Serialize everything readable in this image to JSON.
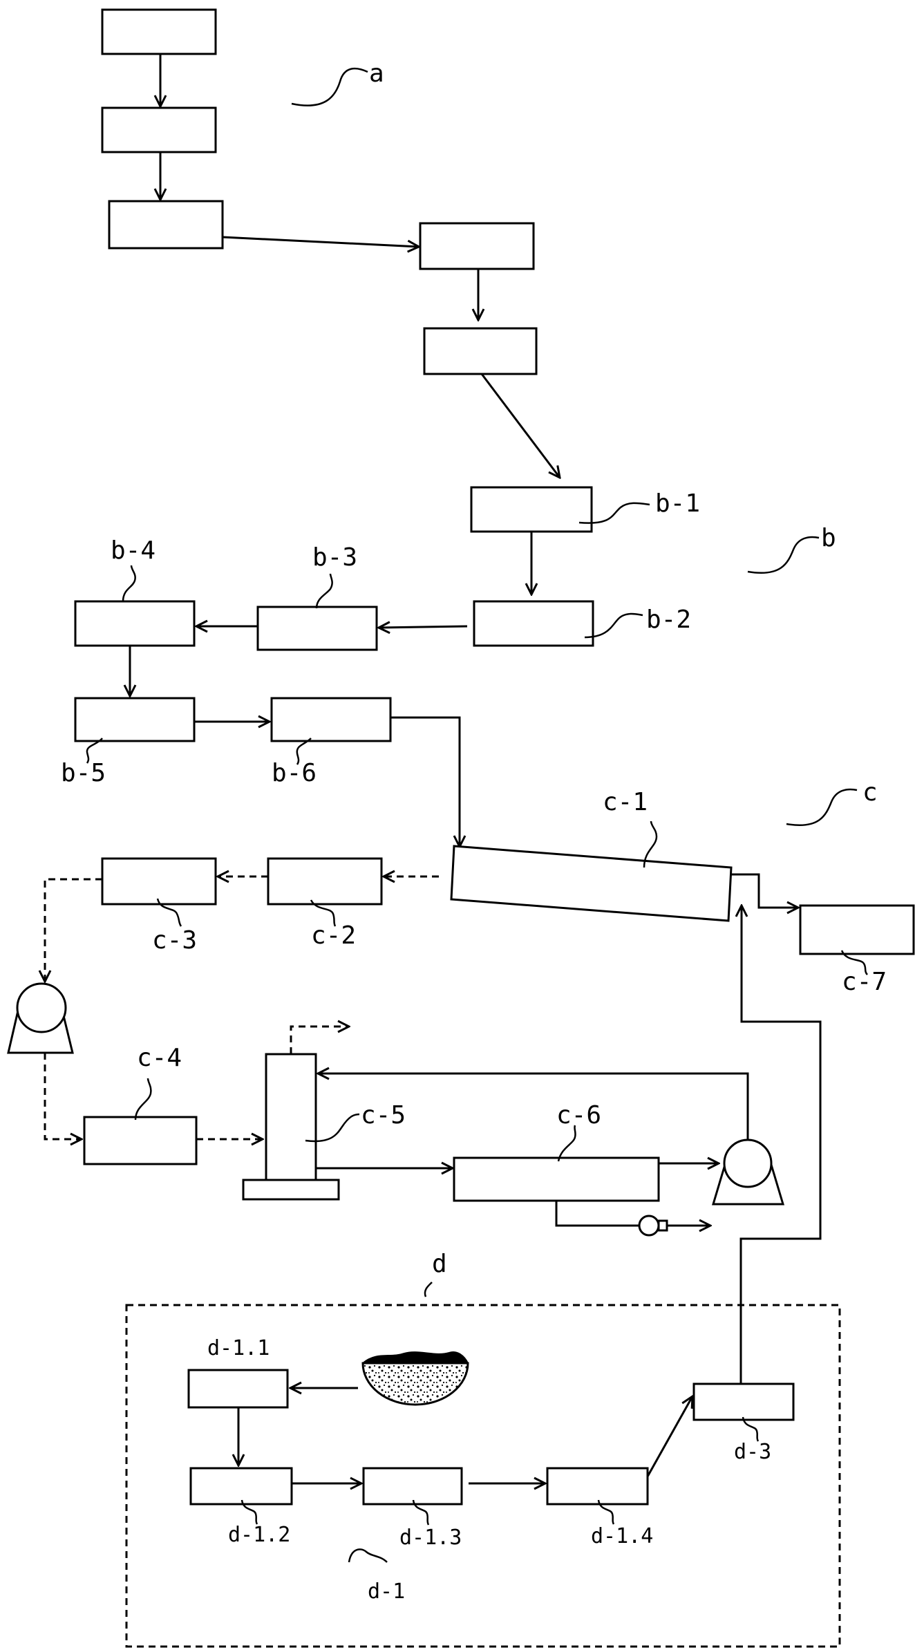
{
  "labels": {
    "a": "a",
    "b": "b",
    "b1": "b-1",
    "b2": "b-2",
    "b3": "b-3",
    "b4": "b-4",
    "b5": "b-5",
    "b6": "b-6",
    "c": "c",
    "c1": "c-1",
    "c2": "c-2",
    "c3": "c-3",
    "c4": "c-4",
    "c5": "c-5",
    "c6": "c-6",
    "c7": "c-7",
    "d": "d",
    "d1": "d-1",
    "d11": "d-1.1",
    "d12": "d-1.2",
    "d13": "d-1.3",
    "d14": "d-1.4",
    "d3": "d-3"
  }
}
